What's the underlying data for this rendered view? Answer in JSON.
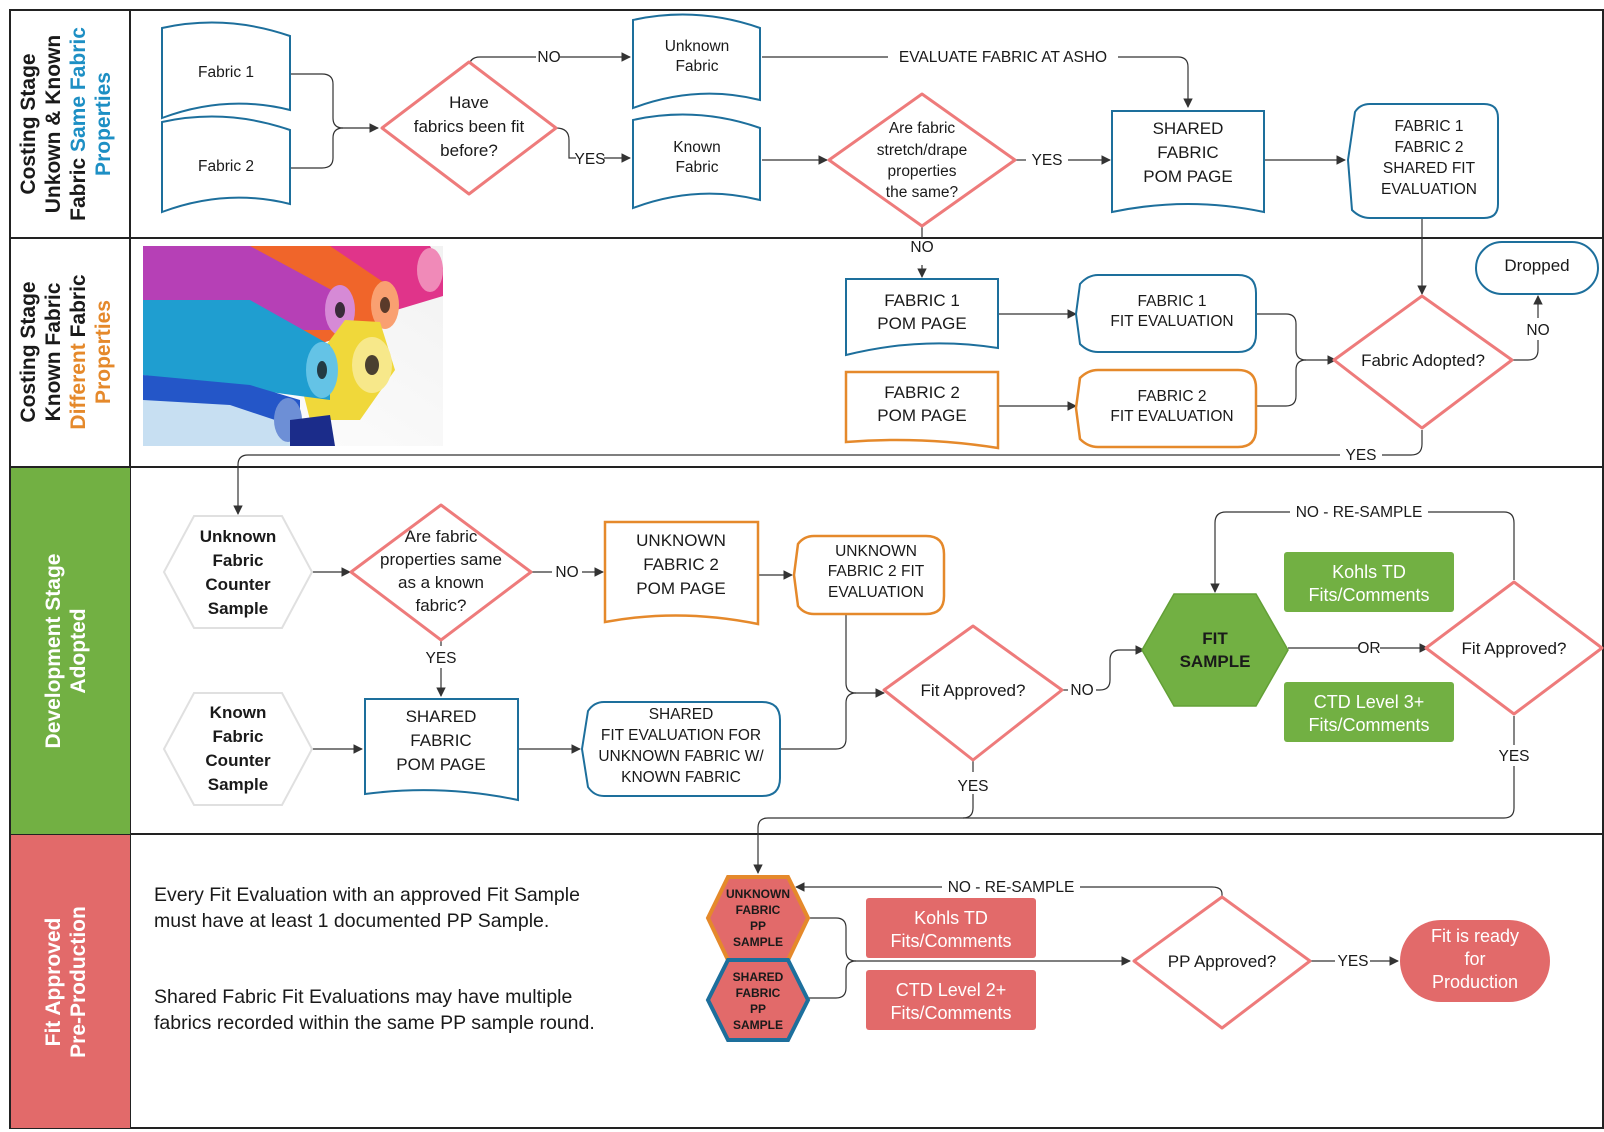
{
  "colors": {
    "blue": "#1d6f9c",
    "orange": "#e5892b",
    "pink": "#ee7b7b",
    "green": "#72b043",
    "red": "#e26a6a",
    "dark": "#1a1a1a",
    "grey": "#e6e6e6"
  },
  "lanes": [
    {
      "line1": "Costing Stage",
      "line2": "Unkown & Known",
      "line3_prefix": "Fabric ",
      "line3_highlight": "Same Fabric",
      "line4": "Properties"
    },
    {
      "line1": "Costing Stage",
      "line2": "Known Fabric",
      "line3_highlight": "Different",
      "line3_suffix": " Fabric",
      "line4": "Properties"
    },
    {
      "line1": "Development Stage",
      "line2": "Adopted"
    },
    {
      "line1": "Fit Approved",
      "line2": "Pre-Production"
    }
  ],
  "nodes": {
    "fabric1": "Fabric 1",
    "fabric2": "Fabric 2",
    "fit_before": [
      "Have",
      "fabrics been fit",
      "before?"
    ],
    "unknown_fabric": [
      "Unknown",
      "Fabric"
    ],
    "known_fabric": [
      "Known",
      "Fabric"
    ],
    "stretch_same": [
      "Are fabric",
      "stretch/drape",
      "properties",
      "the same?"
    ],
    "shared_pom_top": [
      "SHARED",
      "FABRIC",
      "POM PAGE"
    ],
    "shared_fit_eval_top": [
      "FABRIC 1",
      "FABRIC 2",
      "SHARED FIT",
      "EVALUATION"
    ],
    "fabric1_pom": [
      "FABRIC 1",
      "POM PAGE"
    ],
    "fabric2_pom": [
      "FABRIC 2",
      "POM PAGE"
    ],
    "fabric1_fit_eval": [
      "FABRIC 1",
      "FIT EVALUATION"
    ],
    "fabric2_fit_eval": [
      "FABRIC 2",
      "FIT EVALUATION"
    ],
    "fabric_adopted": "Fabric Adopted?",
    "dropped": "Dropped",
    "unknown_counter": [
      "Unknown",
      "Fabric",
      "Counter",
      "Sample"
    ],
    "known_counter": [
      "Known",
      "Fabric",
      "Counter",
      "Sample"
    ],
    "props_same_known": [
      "Are fabric",
      "properties same",
      "as a known",
      "fabric?"
    ],
    "unknown2_pom": [
      "UNKNOWN",
      "FABRIC 2",
      "POM PAGE"
    ],
    "unknown2_fit_eval": [
      "UNKNOWN",
      "FABRIC 2 FIT",
      "EVALUATION"
    ],
    "shared_pom_dev": [
      "SHARED",
      "FABRIC",
      "POM PAGE"
    ],
    "shared_fit_eval_dev": [
      "SHARED",
      "FIT EVALUATION FOR",
      "UNKNOWN FABRIC W/",
      "KNOWN FABRIC"
    ],
    "fit_approved_1": "Fit Approved?",
    "fit_sample": [
      "FIT",
      "SAMPLE"
    ],
    "kohls_td_dev": [
      "Kohls TD",
      "Fits/Comments"
    ],
    "ctd_level3": [
      "CTD Level 3+",
      "Fits/Comments"
    ],
    "fit_approved_2": "Fit Approved?",
    "unknown_pp": [
      "UNKNOWN",
      "FABRIC",
      "PP",
      "SAMPLE"
    ],
    "shared_pp": [
      "SHARED",
      "FABRIC",
      "PP",
      "SAMPLE"
    ],
    "kohls_td_pp": [
      "Kohls TD",
      "Fits/Comments"
    ],
    "ctd_level2": [
      "CTD Level 2+",
      "Fits/Comments"
    ],
    "pp_approved": "PP Approved?",
    "ready": [
      "Fit is ready",
      "for",
      "Production"
    ]
  },
  "edge_labels": {
    "no": "NO",
    "yes": "YES",
    "evaluate_asho": "EVALUATE FABRIC AT ASHO",
    "no_resample": "NO - RE-SAMPLE",
    "or": "OR"
  },
  "notes": [
    "Every Fit Evaluation with an approved Fit Sample must have at least 1 documented PP Sample.",
    "Shared Fabric Fit Evaluations may have multiple fabrics recorded within the same PP sample round."
  ]
}
